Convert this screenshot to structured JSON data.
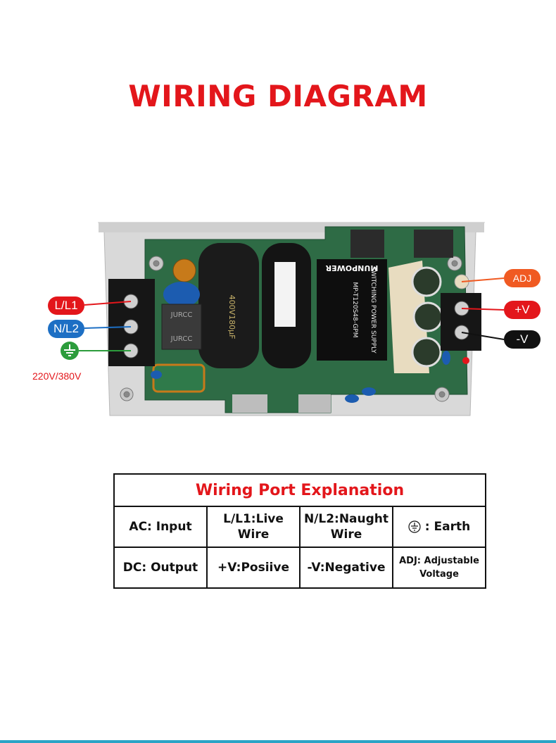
{
  "title": "WIRING DIAGRAM",
  "board": {
    "left_labels": [
      "L/L1",
      "N/L2"
    ],
    "right_labels": [
      "ADJ",
      "+V",
      "-V"
    ],
    "input_voltage": "220V/380V",
    "module_brand": "MUNPOWER",
    "module_text": "SWITCHING POWER SUPPLY",
    "module_model": "MP-T120S48-GPM",
    "inductor_text": "JURCC",
    "cap_text": "400V180μF"
  },
  "table": {
    "header": "Wiring Port Explanation",
    "rows": [
      [
        "AC: Input",
        "L/L1:Live Wire",
        "N/L2:Naught Wire",
        ": Earth"
      ],
      [
        "DC: Output",
        "+V:Posiive",
        "-V:Negative",
        "ADJ: Adjustable Voltage"
      ]
    ]
  },
  "colors": {
    "title": "#e3161b",
    "live": "#e3161b",
    "neutral": "#1d6fc4",
    "earth": "#2c9c3c",
    "adj": "#f05a22",
    "positive": "#e3161b",
    "negative": "#111111"
  }
}
